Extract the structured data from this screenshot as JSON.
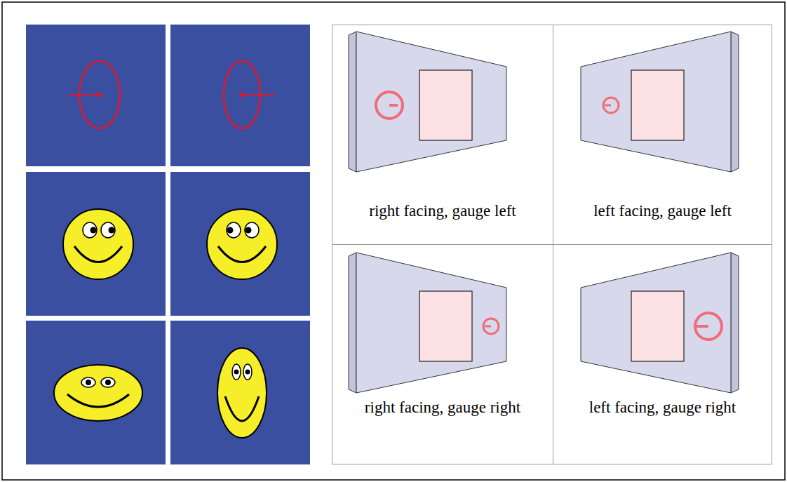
{
  "diagram": {
    "nodes": [
      {
        "text": [
          "right facing, gauge left"
        ]
      },
      {
        "text": [
          "left facing, gauge left"
        ]
      },
      {
        "text": [
          "right facing, gauge right"
        ]
      },
      {
        "text": [
          "left facing, gauge right"
        ]
      }
    ]
  }
}
